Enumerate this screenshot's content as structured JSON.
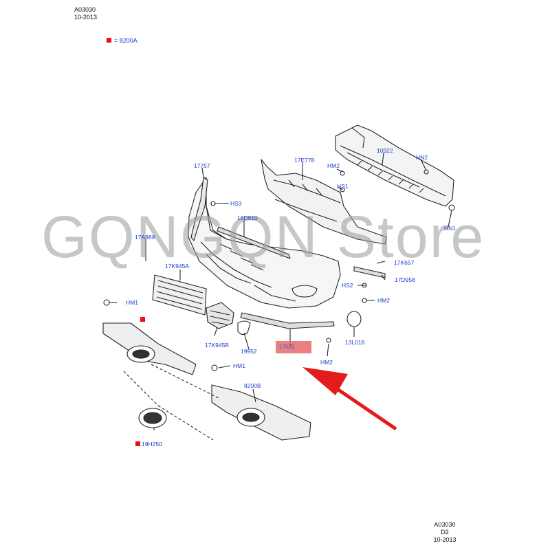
{
  "header": {
    "code": "A03030",
    "date": "10-2013"
  },
  "footer": {
    "code": "A03030",
    "rev": "D2",
    "date": "10-2013"
  },
  "legend": {
    "text": "= 8200A",
    "color": "#e11111"
  },
  "watermark": "GQNGQN Store",
  "highlighted_part": "17626",
  "parts": {
    "p17757": "17757",
    "p17E778": "17E778",
    "p10922": "10922",
    "hm2_top": "HM2",
    "hn2": "HN2",
    "hs1": "HS1",
    "hs3": "HS3",
    "p16D610": "16D610",
    "hn1": "HN1",
    "p17A989": "17A989",
    "p17K945A": "17K945A",
    "p17K657": "17K657",
    "hs2": "HS2",
    "p17D958": "17D958",
    "hm1_left": "HM1",
    "hm2_right": "HM2",
    "p17K945B": "17K945B",
    "p19952": "19952",
    "p13L018": "13L018",
    "hm2_bottom": "HM2",
    "hm1_lower": "HM1",
    "p8200B": "8200B",
    "p19H250": "19H250"
  },
  "colors": {
    "label": "#1b3fd1",
    "marker": "#e11111",
    "arrow": "#e41b1b"
  }
}
